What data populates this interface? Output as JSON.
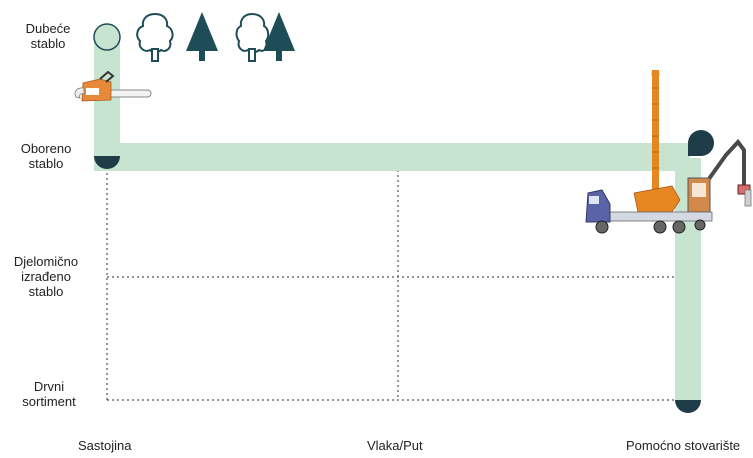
{
  "stages": {
    "standing_tree": "Dubeće\nstablo",
    "felled_tree": "Oboreno\nstablo",
    "partially_processed_tree": "Djelomično\nizrađeno\nstablo",
    "wood_assortment": "Drvni\nsortiment"
  },
  "locations": {
    "stand": "Sastojina",
    "skid_road": "Vlaka/Put",
    "landing": "Pomoćno stovarište"
  },
  "colors": {
    "flow_band": "#c6e4cf",
    "state_marker": "#1f3d48",
    "tree_fill": "#1f4d57",
    "grid_line": "#555555",
    "chainsaw_body": "#e8893a",
    "crane_orange": "#e6871f",
    "truck_cab": "#5a63a8"
  },
  "icons": {
    "standing_tree_markers": [
      "circle-tree-icon",
      "deciduous-tree-icon",
      "conifer-tree-icon",
      "mixed-trees-icon"
    ],
    "machines": [
      "chainsaw-icon",
      "timber-truck-with-processor-icon"
    ]
  }
}
